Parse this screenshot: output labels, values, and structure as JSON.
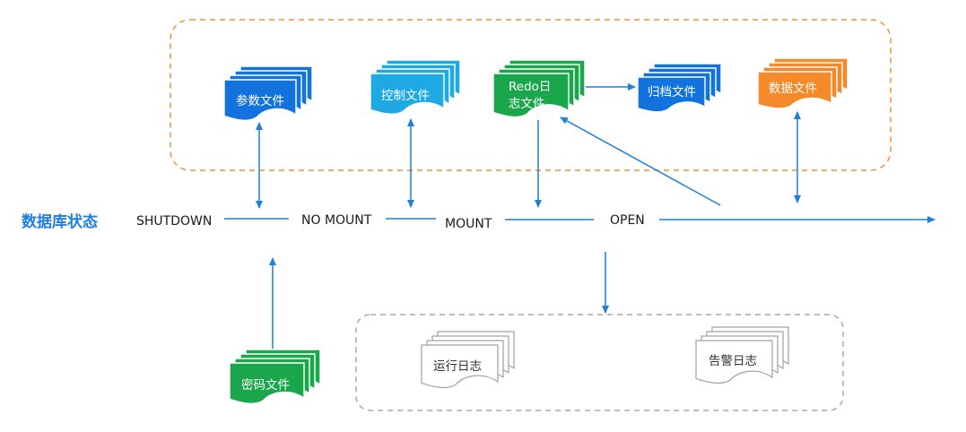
{
  "db_state_label": "数据库状态",
  "states": {
    "shutdown": "SHUTDOWN",
    "nomount": "NO MOUNT",
    "mount": "MOUNT",
    "open": "OPEN"
  },
  "files": {
    "param": "参数文件",
    "control": "控制文件",
    "redo_line1": "Redo日",
    "redo_line2": "志文件",
    "archive": "归档文件",
    "data": "数据文件",
    "password": "密码文件",
    "run_log": "运行日志",
    "alert_log": "告警日志"
  },
  "colors": {
    "blue": "#1273de",
    "cyan": "#1ea8e4",
    "green": "#1aa64b",
    "orange": "#f58a2a",
    "arrow": "#1e7fe0",
    "dashed_orange": "#f0913a",
    "dashed_gray": "#a8a8a8"
  }
}
